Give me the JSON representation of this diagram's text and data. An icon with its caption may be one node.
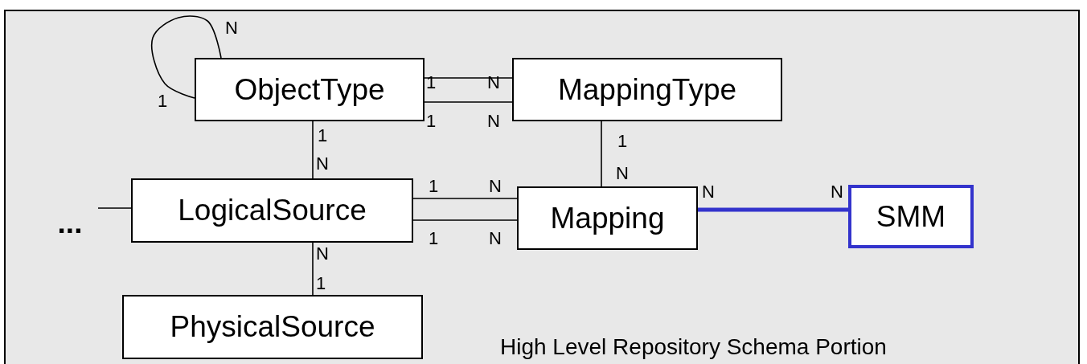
{
  "diagram": {
    "nodes": [
      {
        "text": [
          "ObjectType"
        ]
      },
      {
        "text": [
          "MappingType"
        ]
      },
      {
        "text": [
          "LogicalSource"
        ]
      },
      {
        "text": [
          "Mapping"
        ]
      },
      {
        "text": [
          "SMM"
        ]
      },
      {
        "text": [
          "PhysicalSource"
        ]
      },
      {
        "text": [
          "..."
        ]
      }
    ],
    "edges": [
      {
        "from": 0,
        "to": 0,
        "arrow": "none"
      },
      {
        "from": 0,
        "to": 1,
        "arrow": "none"
      },
      {
        "from": 0,
        "to": 1,
        "arrow": "none"
      },
      {
        "from": 0,
        "to": 2,
        "arrow": "none"
      },
      {
        "from": 1,
        "to": 3,
        "arrow": "none"
      },
      {
        "from": 2,
        "to": 3,
        "arrow": "none"
      },
      {
        "from": 2,
        "to": 3,
        "arrow": "none"
      },
      {
        "from": 3,
        "to": 4,
        "arrow": "none",
        "style": "thick",
        "color": "#3333cc"
      },
      {
        "from": 2,
        "to": 5,
        "arrow": "none"
      },
      {
        "from": 6,
        "to": 2,
        "arrow": "none"
      }
    ],
    "labels": [
      "N",
      "1",
      "N",
      "1",
      "1",
      "N",
      "1",
      "1",
      "N",
      "N",
      "1",
      "N",
      "N",
      "N",
      "1",
      "N",
      "N",
      "1",
      "High Level Repository Schema Portion"
    ]
  }
}
